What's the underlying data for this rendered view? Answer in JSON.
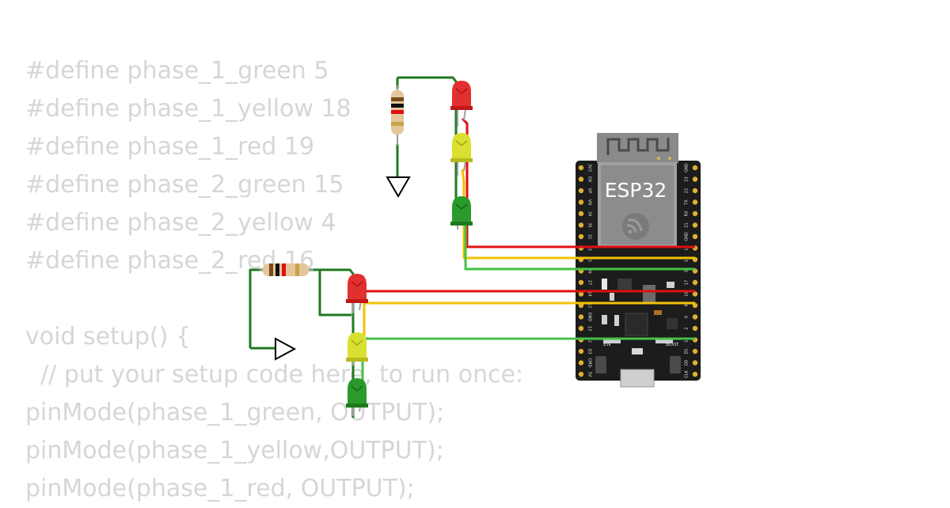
{
  "code_lines": [
    "#define phase_1_green 5",
    "#define phase_1_yellow 18",
    "#define phase_1_red 19",
    "#define phase_2_green 15",
    "#define phase_2_yellow 4",
    "#define phase_2_red 16",
    "",
    "void setup() {",
    "  // put your setup code here, to run once:",
    "pinMode(phase_1_green, OUTPUT);",
    "pinMode(phase_1_yellow,OUTPUT);",
    "pinMode(phase_1_red, OUTPUT);"
  ],
  "board": {
    "label": "ESP32",
    "en_label": "EN",
    "boot_label": "Boot",
    "left_pins": [
      "3V3",
      "EN",
      "VP",
      "VN",
      "34",
      "35",
      "32",
      "33",
      "25",
      "26",
      "27",
      "14",
      "12",
      "GND",
      "13",
      "D2",
      "D3",
      "CMD",
      "5V"
    ],
    "right_pins": [
      "GND",
      "23",
      "22",
      "TX",
      "RX",
      "21",
      "GND",
      "19",
      "18",
      "5",
      "17",
      "16",
      "4",
      "0",
      "2",
      "15",
      "D1",
      "D0",
      "CLK"
    ]
  },
  "colors": {
    "wire_green": "#1f7a1f",
    "wire_red": "#e01010",
    "wire_yellow": "#f2c200",
    "wire_light_green": "#44c244",
    "board": "#1c1c1c",
    "module": "#8a8a8a"
  }
}
